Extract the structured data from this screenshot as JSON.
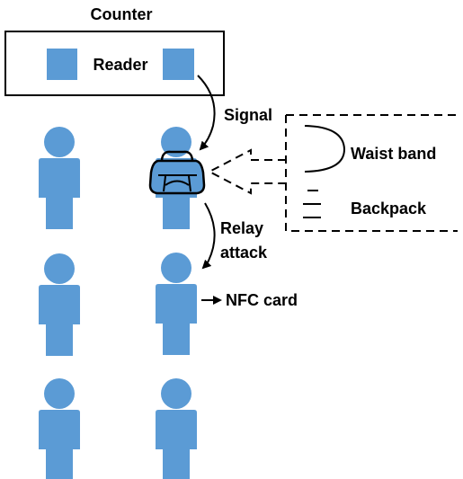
{
  "diagram": {
    "counter_label": "Counter",
    "reader_label": "Reader",
    "signal_label": "Signal",
    "relay_label_line1": "Relay",
    "relay_label_line2": "attack",
    "nfc_card_label": "NFC card",
    "waist_band_label": "Waist band",
    "backpack_label": "Backpack"
  },
  "colors": {
    "person": "#5b9bd5",
    "reader_pad": "#5b9bd5",
    "stroke": "#000000",
    "bag_fill": "#5b9bd5"
  }
}
